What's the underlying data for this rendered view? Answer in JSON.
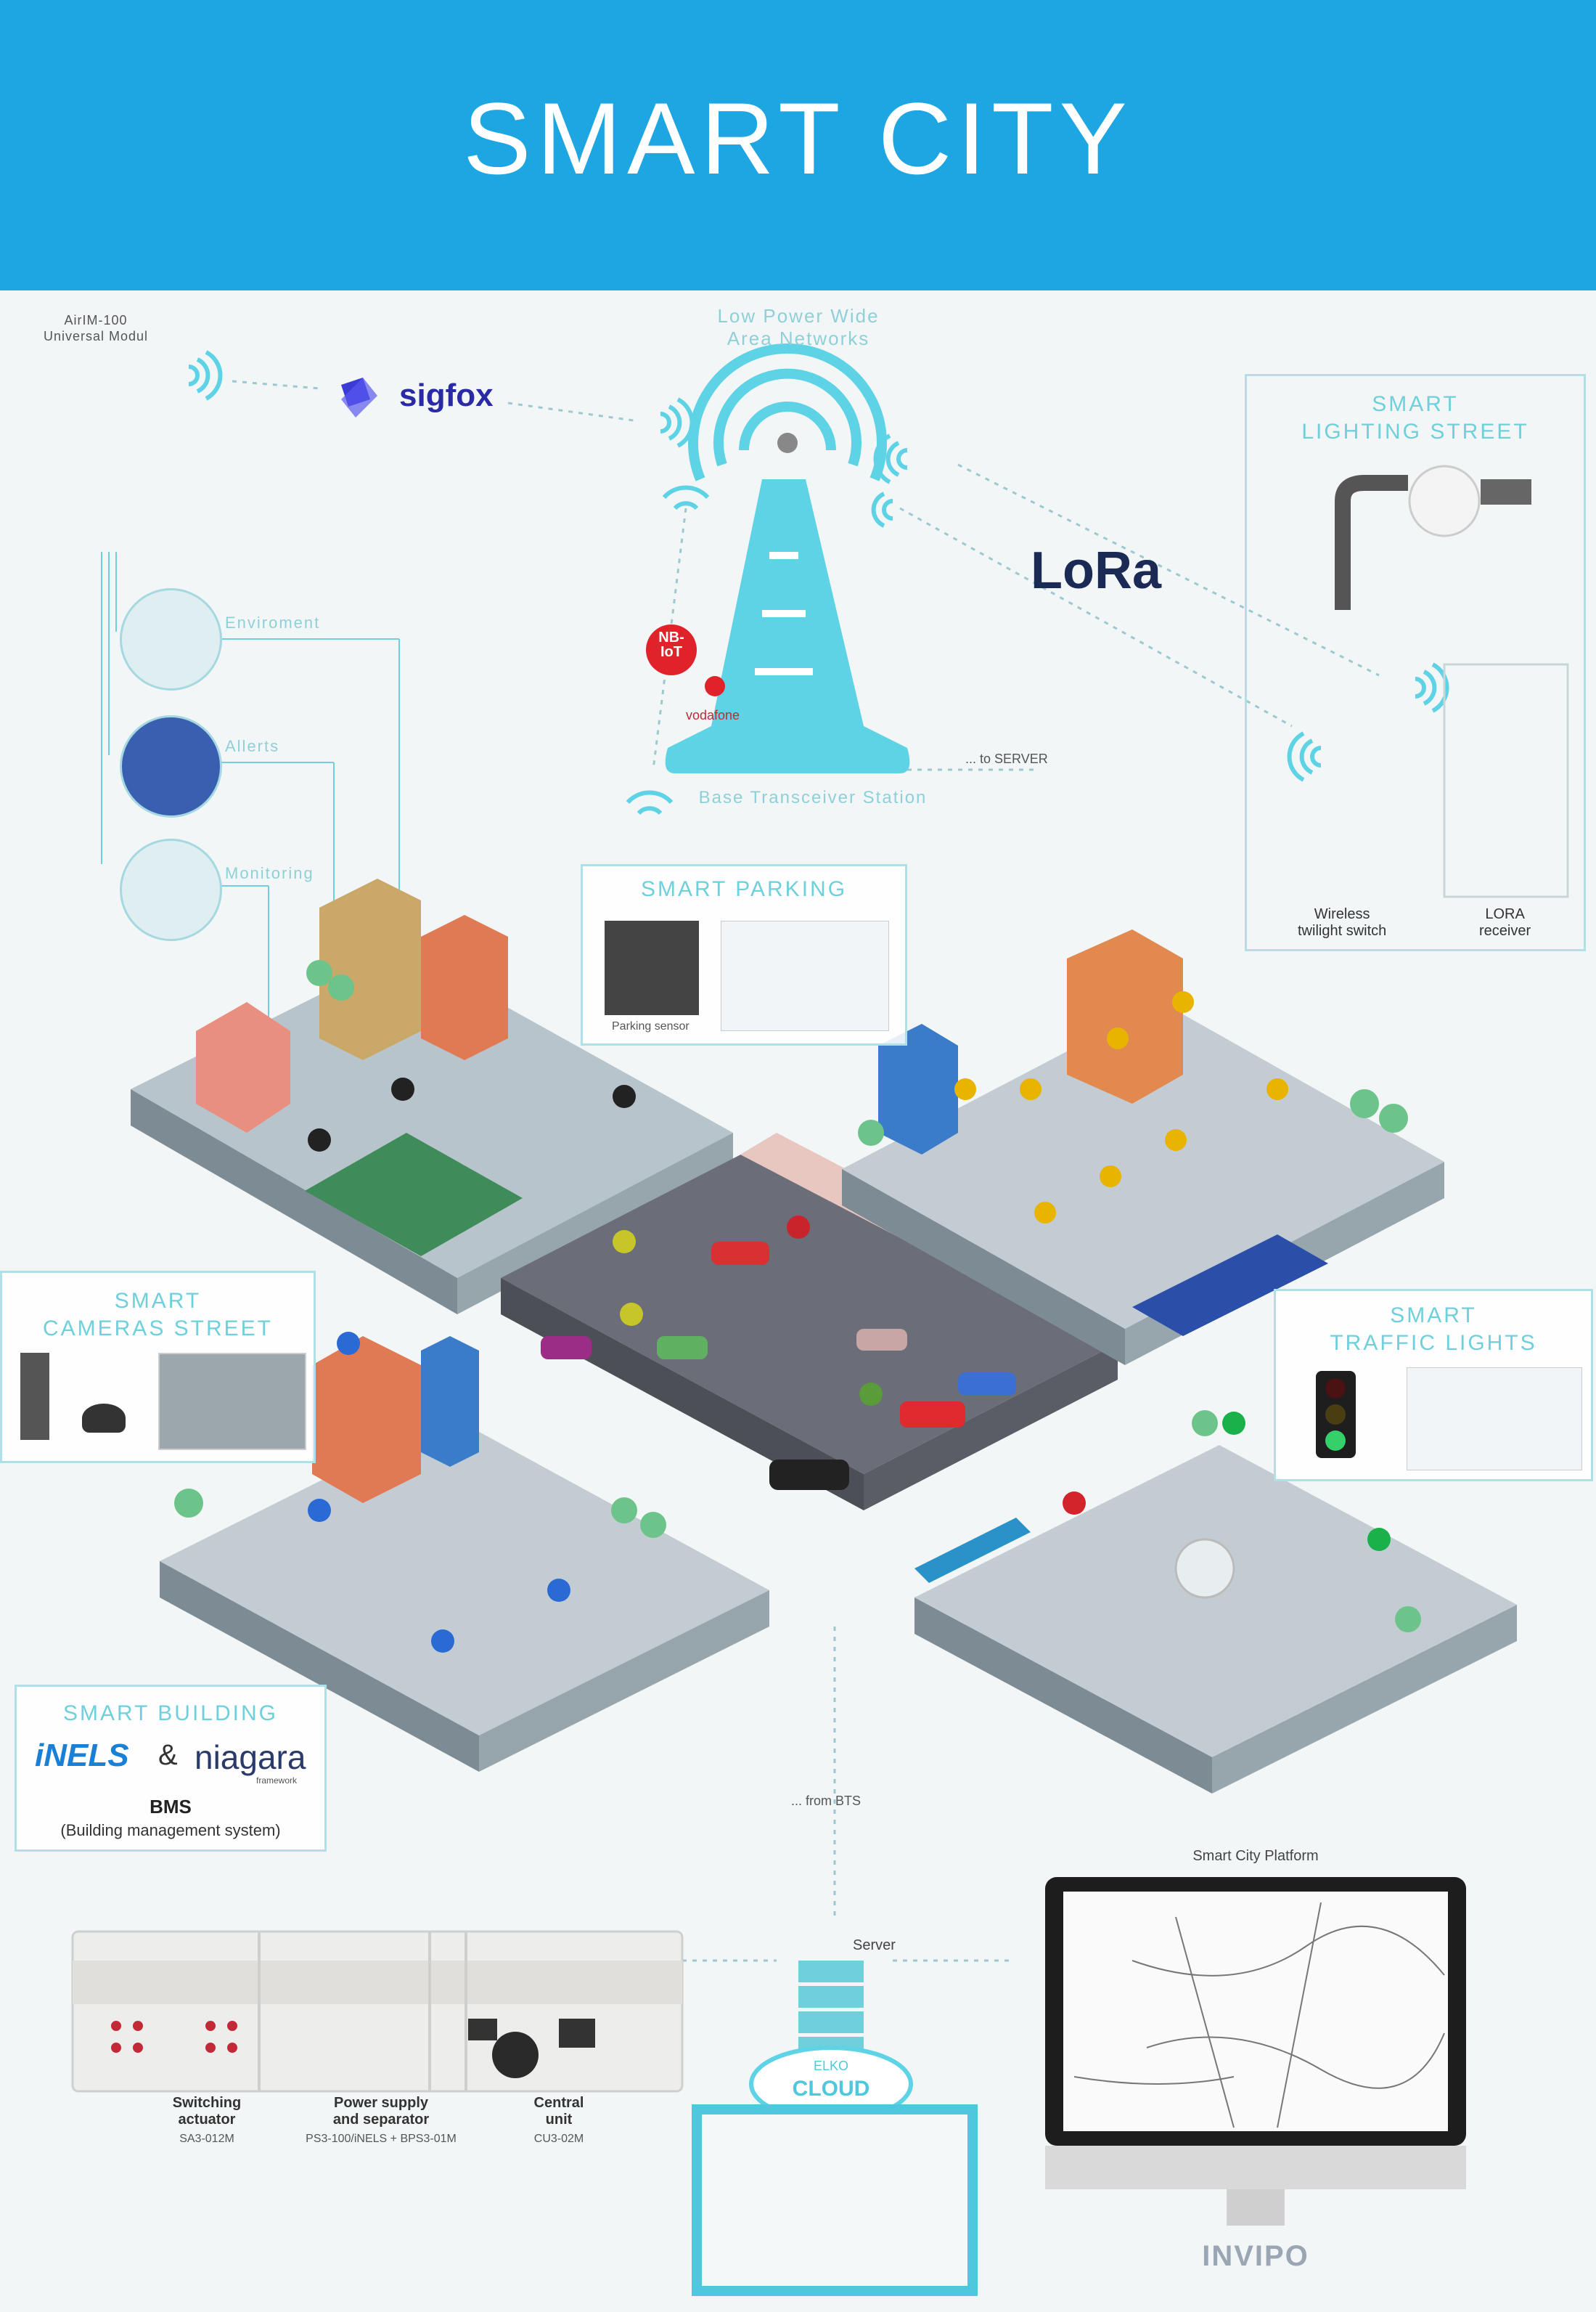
{
  "header": {
    "title": "SMART CITY"
  },
  "network": {
    "lpwan_label": "Low Power Wide\nArea Networks",
    "bts_label": "Base Transceiver Station",
    "to_server": "... to SERVER",
    "airim_label": "AirIM-100\nUniversal Modul",
    "sigfox": "sigfox",
    "lora": "LoRa",
    "nbiot": "NB-\nIoT",
    "vodafone": "vodafone"
  },
  "side_icons": [
    {
      "label": "Enviroment"
    },
    {
      "label": "Allerts"
    },
    {
      "label": "Monitoring"
    }
  ],
  "lighting": {
    "title": "SMART\nLIGHTING STREET",
    "wireless": "Wireless\ntwilight switch",
    "lora_receiver": "LORA\nreceiver"
  },
  "parking": {
    "title": "SMART PARKING",
    "sensor_label": "Parking sensor"
  },
  "cameras": {
    "title": "SMART\nCAMERAS STREET"
  },
  "traffic": {
    "title": "SMART\nTRAFFIC LIGHTS"
  },
  "building": {
    "title": "SMART BUILDING",
    "inels": "iNELS",
    "amp": "&",
    "niagara": "niagara",
    "framework": "framework",
    "bms": "BMS",
    "bms_full": "(Building management system)"
  },
  "bottom": {
    "from_bts": "... from BTS",
    "server": "Server",
    "elko": "ELKO",
    "cloud": "CLOUD",
    "platform": "Smart City Platform",
    "invipo": "INVIPO",
    "modules": [
      {
        "label": "Switching\nactuator",
        "code": "SA3-012M"
      },
      {
        "label": "Power supply\nand separator",
        "code": "PS3-100/iNELS + BPS3-01M"
      },
      {
        "label": "Central\nunit",
        "code": "CU3-02M"
      }
    ]
  },
  "colors": {
    "header": "#1da6e2",
    "accent": "#6fd0dc",
    "tower": "#5ed3e6"
  }
}
